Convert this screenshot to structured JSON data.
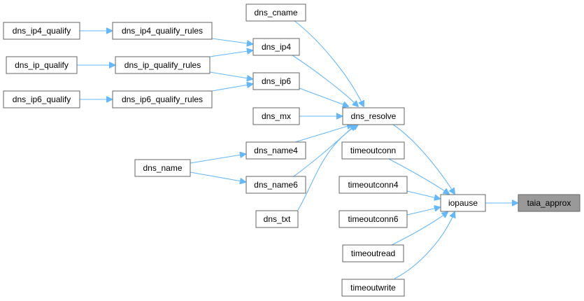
{
  "nodes": {
    "dns_ip4_qualify": "dns_ip4_qualify",
    "dns_ip4_qualify_rules": "dns_ip4_qualify_rules",
    "dns_ip_qualify": "dns_ip_qualify",
    "dns_ip_qualify_rules": "dns_ip_qualify_rules",
    "dns_ip6_qualify": "dns_ip6_qualify",
    "dns_ip6_qualify_rules": "dns_ip6_qualify_rules",
    "dns_cname": "dns_cname",
    "dns_ip4": "dns_ip4",
    "dns_ip6": "dns_ip6",
    "dns_mx": "dns_mx",
    "dns_name4": "dns_name4",
    "dns_name6": "dns_name6",
    "dns_name": "dns_name",
    "dns_txt": "dns_txt",
    "dns_resolve": "dns_resolve",
    "timeoutconn": "timeoutconn",
    "timeoutconn4": "timeoutconn4",
    "timeoutconn6": "timeoutconn6",
    "timeoutread": "timeoutread",
    "timeoutwrite": "timeoutwrite",
    "iopause": "iopause",
    "taia_approx": "taia_approx"
  },
  "edge_color": "#63b8ff",
  "highlight_fill": "#999999"
}
